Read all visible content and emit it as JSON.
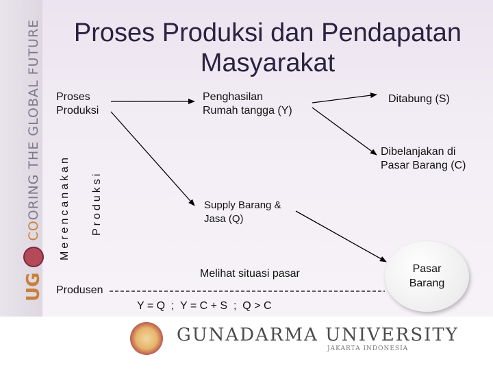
{
  "title_line1": "Proses Produksi dan Pendapatan",
  "title_line2": "Masyarakat",
  "sidebar": {
    "ug": "UG",
    "text_a": "CO",
    "text_b": "ORING THE GLOBAL FUTURE"
  },
  "nodes": {
    "proses_line1": "Proses",
    "proses_line2": "Produksi",
    "penghasilan_line1": "Penghasilan",
    "penghasilan_line2": "Rumah tangga (Y)",
    "ditabung": "Ditabung (S)",
    "dibelanjakan_line1": "Dibelanjakan di",
    "dibelanjakan_line2": "Pasar Barang (C)",
    "supply_line1": "Supply Barang &",
    "supply_line2": "Jasa (Q)",
    "melihat": "Melihat situasi pasar",
    "produsen": "Produsen",
    "pasar_line1": "Pasar",
    "pasar_line2": "Barang",
    "merencanakan": "Merencanakan",
    "produksi_vertical": "Produksi",
    "equation": "Y = Q  ;  Y = C + S  ;  Q > C"
  },
  "footer": {
    "university": "GUNADARMA UNIVERSITY",
    "city": "JAKARTA INDONESIA"
  }
}
